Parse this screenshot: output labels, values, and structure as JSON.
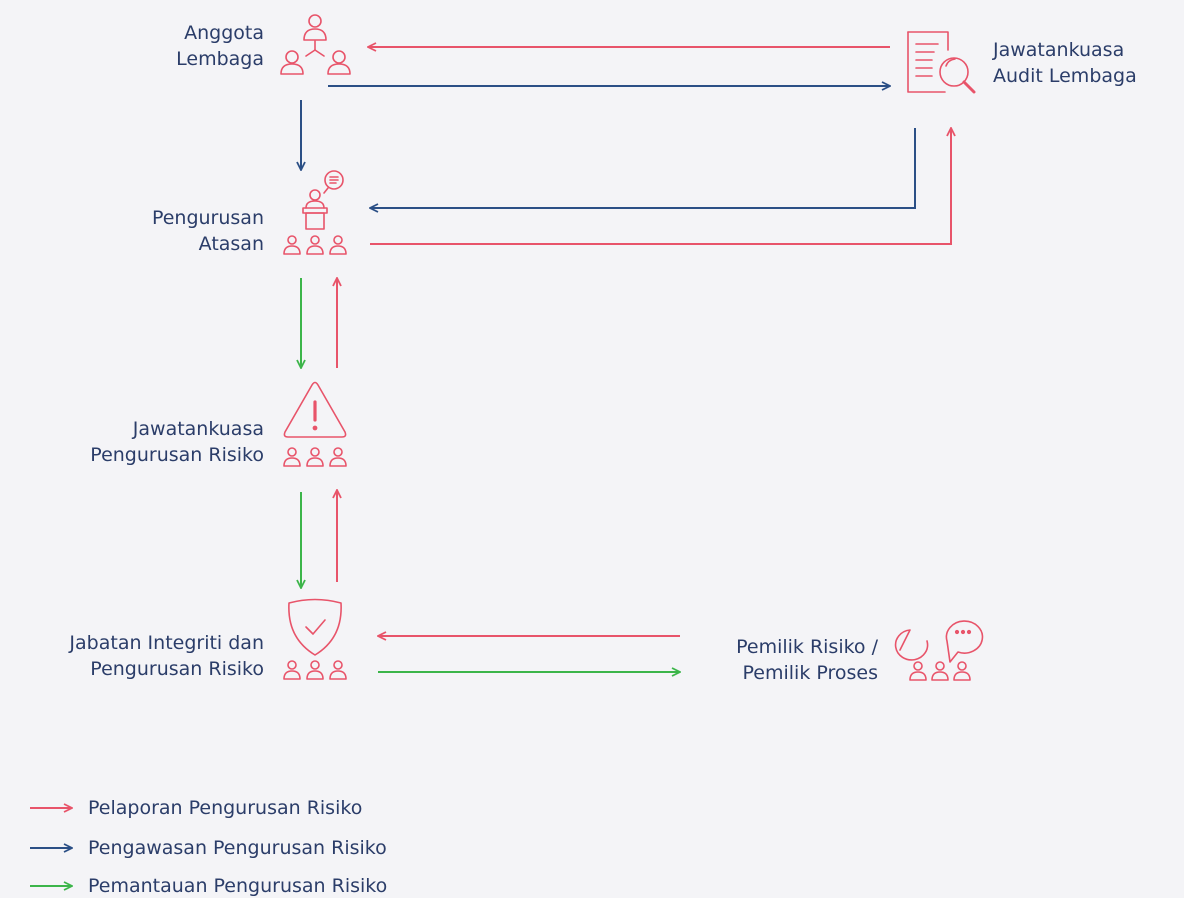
{
  "colors": {
    "red": "#e8546a",
    "blue": "#2b4f86",
    "green": "#3cb54a",
    "text": "#2b3d69"
  },
  "nodes": {
    "anggota": {
      "line1": "Anggota",
      "line2": "Lembaga",
      "icon": "organization-members-icon"
    },
    "audit": {
      "line1": "Jawatankuasa",
      "line2": "Audit Lembaga",
      "icon": "document-search-icon"
    },
    "pengurusan": {
      "line1": "Pengurusan",
      "line2": "Atasan",
      "icon": "podium-speaker-icon"
    },
    "jkrisiko": {
      "line1": "Jawatankuasa",
      "line2": "Pengurusan Risiko",
      "icon": "warning-triangle-icon"
    },
    "jabatan": {
      "line1": "Jabatan Integriti dan",
      "line2": "Pengurusan Risiko",
      "icon": "shield-check-icon"
    },
    "pemilik": {
      "line1": "Pemilik Risiko /",
      "line2": "Pemilik Proses",
      "icon": "chat-group-icon"
    }
  },
  "legend": [
    {
      "label": "Pelaporan Pengurusan Risiko",
      "color": "red"
    },
    {
      "label": "Pengawasan Pengurusan Risiko",
      "color": "blue"
    },
    {
      "label": "Pemantauan Pengurusan Risiko",
      "color": "green"
    }
  ]
}
